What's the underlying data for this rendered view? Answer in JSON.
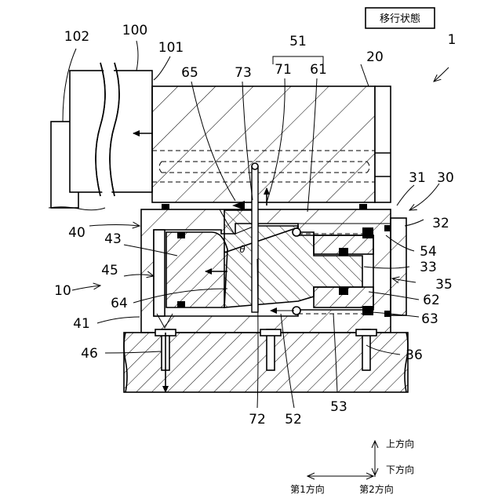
{
  "state_label": "移行状態",
  "refs": {
    "r1": "1",
    "r10": "10",
    "r20": "20",
    "r30": "30",
    "r31": "31",
    "r32": "32",
    "r33": "33",
    "r35": "35",
    "r36": "36",
    "r40": "40",
    "r41": "41",
    "r43": "43",
    "r45": "45",
    "r46": "46",
    "r51": "51",
    "r52": "52",
    "r53": "53",
    "r54": "54",
    "r61": "61",
    "r62": "62",
    "r63": "63",
    "r64": "64",
    "r65": "65",
    "r71": "71",
    "r72": "72",
    "r73": "73",
    "r100": "100",
    "r101": "101",
    "r102": "102",
    "theta": "θ"
  },
  "directions": {
    "up": "上方向",
    "down": "下方向",
    "first": "第1方向",
    "second": "第2方向"
  }
}
